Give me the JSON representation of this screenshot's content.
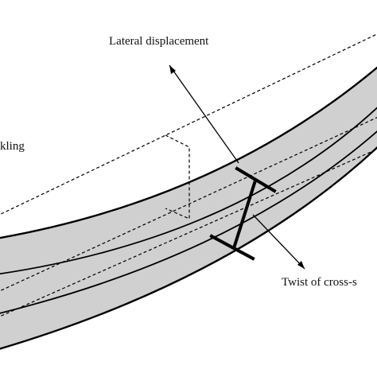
{
  "labels": {
    "lateral_displacement": "Lateral displacement",
    "buckling_fragment": "kling",
    "twist_fragment": "Twist of cross-s"
  },
  "colors": {
    "beam_fill": "#d0d0d0",
    "stroke": "#000000",
    "background": "#ffffff"
  }
}
